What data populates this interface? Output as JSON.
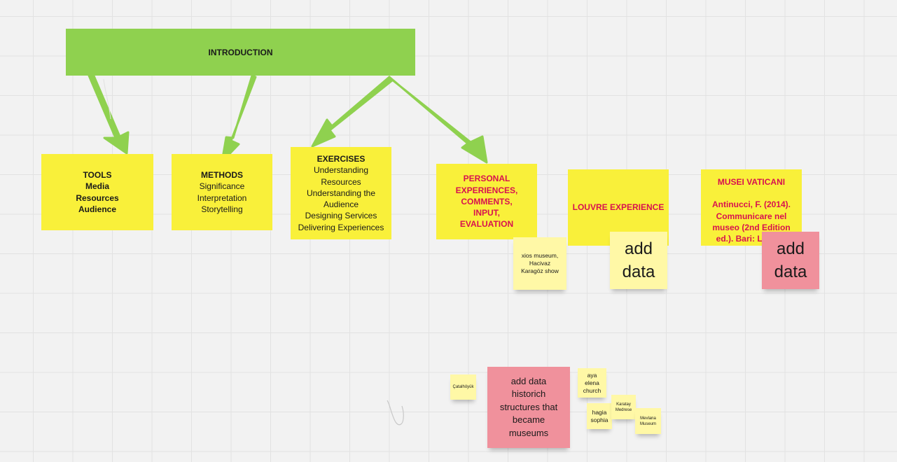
{
  "board": {
    "introduction": {
      "title": "INTRODUCTION"
    },
    "tools": {
      "title": "TOOLS",
      "lines": [
        "Media",
        "Resources",
        "Audience"
      ]
    },
    "methods": {
      "title": "METHODS",
      "lines": [
        "Significance",
        "Interpretation",
        "Storytelling"
      ]
    },
    "exercises": {
      "title": "EXERCISES",
      "lines": [
        "Understanding",
        "Resources",
        "Understanding the",
        "Audience",
        "Designing Services",
        "Delivering Experiences"
      ]
    },
    "personal": {
      "lines": [
        "PERSONAL",
        "EXPERIENCES,",
        "COMMENTS,",
        "INPUT,",
        "EVALUATION"
      ]
    },
    "louvre": {
      "title": "LOUVRE EXPERIENCE"
    },
    "vaticani": {
      "title": "MUSEI VATICANI",
      "lines": [
        "Antinucci, F. (2014).",
        "Communicare nel",
        "museo (2nd Edition",
        "ed.). Bari: Laterza"
      ]
    }
  },
  "stickies": {
    "xios": {
      "lines": [
        "xios museum,",
        "Hacivaz",
        "Karagöz show"
      ]
    },
    "add_data_louvre": {
      "lines": [
        "add",
        "data"
      ]
    },
    "add_data_vaticani": {
      "lines": [
        "add",
        "data"
      ]
    },
    "catalhoyuk": {
      "lines": [
        "Çatalhöyük"
      ]
    },
    "historic": {
      "lines": [
        "add data",
        "historich",
        "structures that",
        "became",
        "museums"
      ]
    },
    "aya_elena": {
      "lines": [
        "aya",
        "elena",
        "church"
      ]
    },
    "hagia_sophia": {
      "lines": [
        "hagia",
        "sophia"
      ]
    },
    "karatay": {
      "lines": [
        "Karatay",
        "Medrese"
      ]
    },
    "mevlana": {
      "lines": [
        "Mevlana",
        "Museum"
      ]
    }
  },
  "colors": {
    "canvas": "#f2f2f2",
    "grid": "#e2e2e2",
    "green": "#8fd14f",
    "yellow": "#f9f03a",
    "pale_yellow": "#fff8a6",
    "pink": "#f0919c",
    "red_text": "#d8114f"
  }
}
